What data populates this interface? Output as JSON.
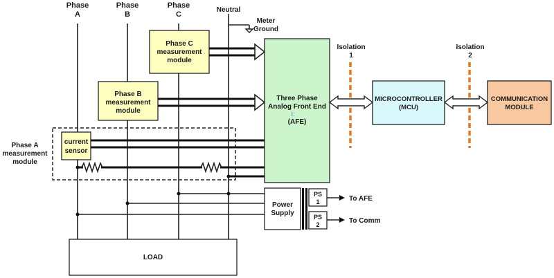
{
  "phases": {
    "a": {
      "title": "Phase",
      "letter": "A"
    },
    "b": {
      "title": "Phase",
      "letter": "B"
    },
    "c": {
      "title": "Phase",
      "letter": "C"
    },
    "neutral": "Neutral"
  },
  "meter_ground": [
    "Meter",
    "Ground"
  ],
  "phase_c_module": [
    "Phase C",
    "measurement",
    "module"
  ],
  "phase_b_module": [
    "Phase B",
    "measurement",
    "module"
  ],
  "phase_a_module": [
    "Phase A",
    "measurement",
    "module"
  ],
  "current_sensor": [
    "current",
    "sensor"
  ],
  "afe": {
    "lines": [
      "Three Phase",
      "Analog Front End"
    ],
    "mark": "I:",
    "abbr": "(AFE)"
  },
  "isolation_1": [
    "Isolation",
    "1"
  ],
  "isolation_2": [
    "Isolation",
    "2"
  ],
  "mcu": [
    "MICROCONTROLLER",
    "(MCU)"
  ],
  "comm": [
    "COMMUNICATION",
    "MODULE"
  ],
  "power_supply": [
    "Power",
    "Supply"
  ],
  "ps1": [
    "PS",
    "1"
  ],
  "ps2": [
    "PS",
    "2"
  ],
  "to_afe": "To AFE",
  "to_comm": "To Comm",
  "load": "LOAD",
  "colors": {
    "module_yellow": "#ffffc0",
    "afe_green": "#ccf5cc",
    "mcu_cyan": "#d8f8fc",
    "comm_orange": "#f8c8a0",
    "isolation_orange": "#e87722"
  }
}
